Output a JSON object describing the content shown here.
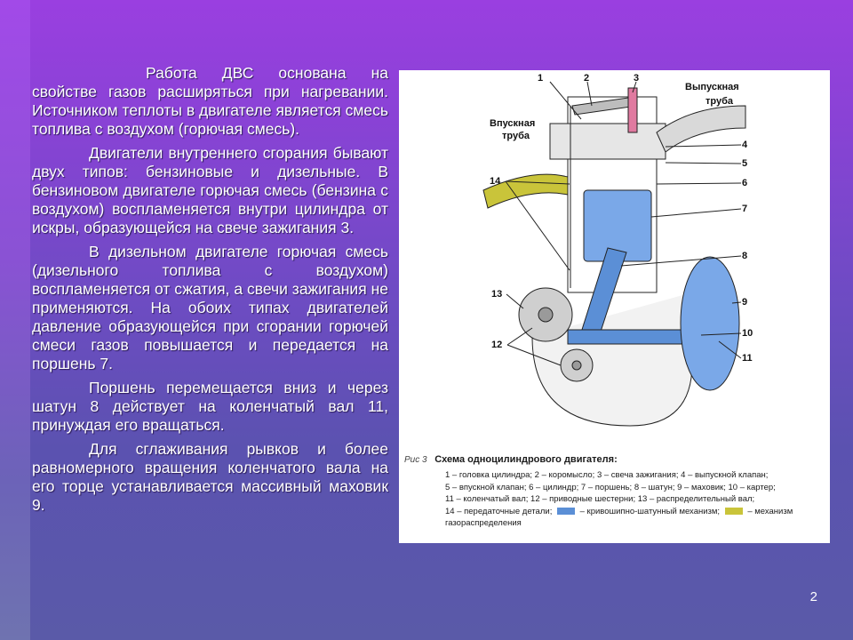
{
  "slide": {
    "paragraphs": [
      "Работа ДВС основана на свойстве газов расширяться при нагревании. Источником теплоты в двигателе является смесь топлива с воздухом (горючая смесь).",
      "Двигатели внутреннего сгорания бывают двух типов: бензиновые и дизельные. В бензиновом двигателе горючая смесь (бензина с воздухом) воспламеняется внутри цилиндра от искры, образующейся на свече зажигания 3.",
      "В дизельном двигателе горючая смесь (дизельного топлива с воздухом) воспламеняется от сжатия, а свечи зажигания не применяются. На обоих типах двигателей давление образующейся при сгорании горючей смеси газов повышается и передается на поршень 7.",
      "Поршень перемещается вниз и через шатун 8 действует на коленчатый вал 11, принуждая его вращаться.",
      "Для сглаживания рывков и более равномерного вращения коленчатого вала на его торце устанавливается массивный маховик 9."
    ],
    "page_number": "2"
  },
  "figure": {
    "labels": {
      "n1": "1",
      "n2": "2",
      "n3": "3",
      "n4": "4",
      "n5": "5",
      "n6": "6",
      "n7": "7",
      "n8": "8",
      "n9": "9",
      "n10": "10",
      "n11": "11",
      "n12": "12",
      "n13": "13",
      "n14": "14",
      "inlet_1": "Впускная",
      "inlet_2": "труба",
      "exhaust_1": "Выпускная",
      "exhaust_2": "труба"
    },
    "caption": {
      "fig_no": "Рис 3",
      "title": "Схема одноцилиндрового двигателя:",
      "line1": "1 – головка цилиндра; 2 – коромысло; 3 – свеча зажигания; 4 – выпускной клапан;",
      "line2": "5 – впускной клапан; 6 – цилиндр; 7 – поршень; 8 – шатун; 9 – маховик; 10 – картер;",
      "line3": "11 – коленчатый вал; 12 – приводные шестерни; 13 – распределительный вал;",
      "line4_a": "14 – передаточные детали;",
      "line4_b": "– кривошипно-шатунный механизм;",
      "line4_c": "– механизм",
      "line5": "газораспределения"
    },
    "colors": {
      "crank_mechanism": "#5b8fd6",
      "valve_mechanism": "#c9c43a"
    }
  }
}
